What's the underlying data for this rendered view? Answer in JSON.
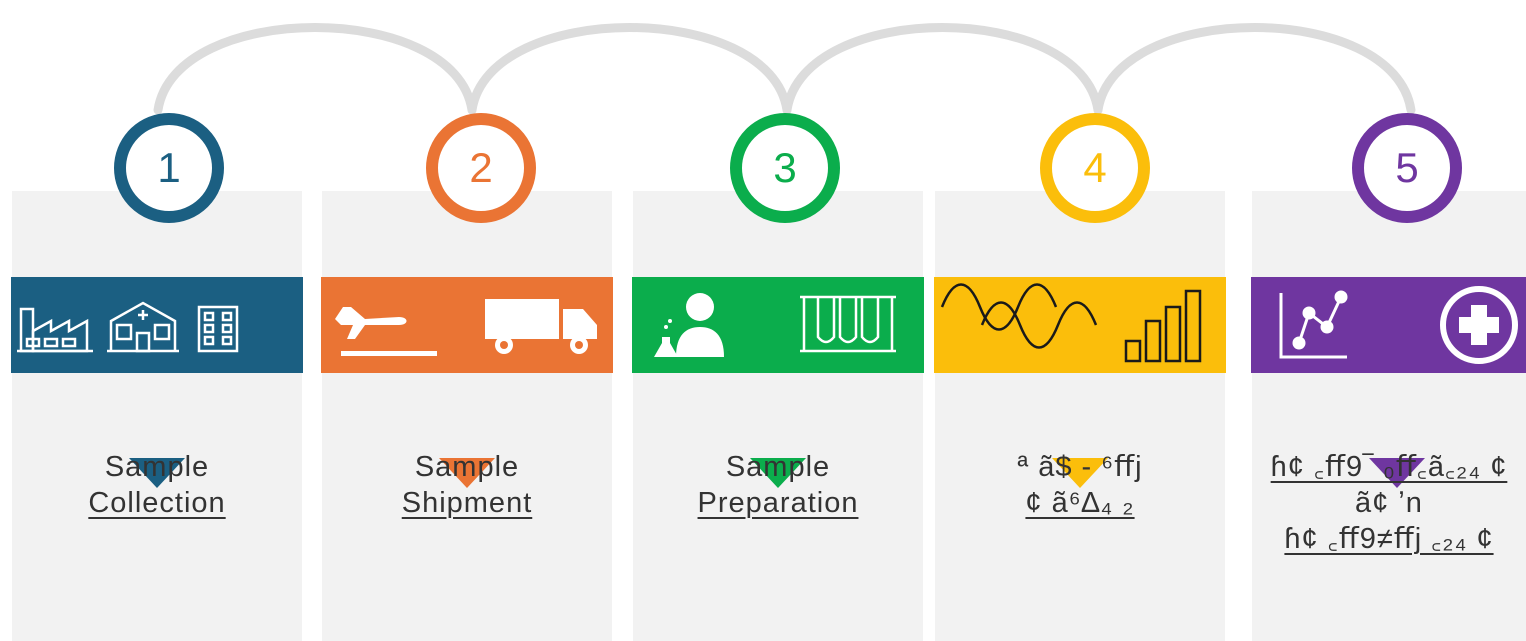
{
  "steps": [
    {
      "number": "1",
      "color": "#1b5f82",
      "label_line1": "Sample",
      "label_line2": "Collection",
      "icons": [
        "factory-icon",
        "hospital-icon",
        "office-building-icon"
      ]
    },
    {
      "number": "2",
      "color": "#ea7434",
      "label_line1": "Sample",
      "label_line2": "Shipment",
      "icons": [
        "airplane-icon",
        "truck-icon"
      ]
    },
    {
      "number": "3",
      "color": "#0bad4c",
      "label_line1": "Sample",
      "label_line2": "Preparation",
      "icons": [
        "scientist-icon",
        "test-tubes-icon"
      ]
    },
    {
      "number": "4",
      "color": "#fbbe0b",
      "label_line1": "ª ã$ ‐ ⁶ﬀj",
      "label_line2": "¢ ã⁶∆₄ ₂",
      "icons": [
        "waveform-icon",
        "bar-chart-icon"
      ]
    },
    {
      "number": "5",
      "color": "#6f36a0",
      "label_line1": "ɦ¢ ꜀ﬀ9‾ ₀ﬀ꜀ã꜀₂₄ ¢",
      "label_line2": "ã¢ ʼn",
      "label_line3": "ɦ¢ ꜀ﬀ9≠ﬀj ꜀₂₄ ¢",
      "icons": [
        "line-graph-icon",
        "plus-circle-icon"
      ]
    }
  ],
  "connector_color": "#dcdcdc"
}
